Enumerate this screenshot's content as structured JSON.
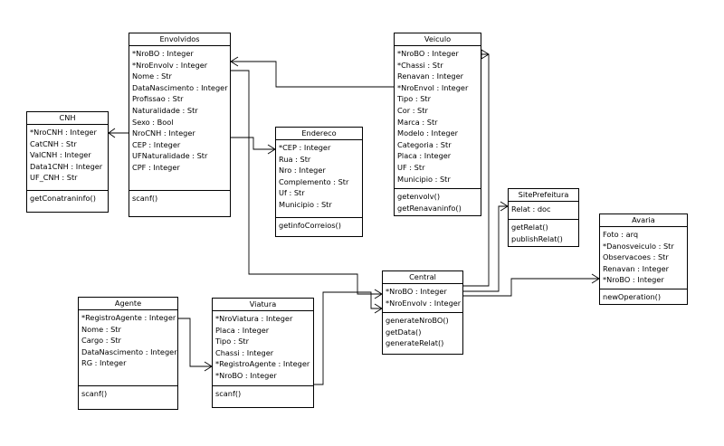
{
  "classes": {
    "envolvidos": {
      "name": "Envolvidos",
      "attributes": [
        "*NroBO : Integer",
        "*NroEnvolv : Integer",
        "Nome : Str",
        "DataNascimento : Integer",
        "Profissao : Str",
        "Naturalidade : Str",
        "Sexo : Bool",
        "NroCNH : Integer",
        "CEP : Integer",
        "UFNaturalidade : Str",
        "CPF : Integer"
      ],
      "operations": [
        "scanf()"
      ]
    },
    "veiculo": {
      "name": "Veiculo",
      "attributes": [
        "*NroBO : Integer",
        "*Chassi : Str",
        "Renavan : Integer",
        "*NroEnvol : Integer",
        "Tipo : Str",
        "Cor : Str",
        "Marca : Str",
        "Modelo : Integer",
        "Categoria : Str",
        "Placa : Integer",
        "UF : Str",
        "Municipio : Str"
      ],
      "operations": [
        "getenvolv()",
        "getRenavaninfo()"
      ]
    },
    "cnh": {
      "name": "CNH",
      "attributes": [
        "*NroCNH : Integer",
        "CatCNH : Str",
        "ValCNH : Integer",
        "Data1CNH : Integer",
        "UF_CNH : Str"
      ],
      "operations": [
        "getConatraninfo()"
      ]
    },
    "endereco": {
      "name": "Endereco",
      "attributes": [
        "*CEP : Integer",
        "Rua : Str",
        "Nro : Integer",
        "Complemento : Str",
        "Uf : Str",
        "Municipio : Str"
      ],
      "operations": [
        "getinfoCorreios()"
      ]
    },
    "siteprefeitura": {
      "name": "SitePrefeitura",
      "attributes": [
        "Relat : doc"
      ],
      "operations": [
        "getRelat()",
        "publishRelat()"
      ]
    },
    "avaria": {
      "name": "Avaria",
      "attributes": [
        "Foto : arq",
        "*Danosveiculo : Str",
        "Observacoes : Str",
        "Renavan : Integer",
        "*NroBO : Integer"
      ],
      "operations": [
        "newOperation()"
      ]
    },
    "central": {
      "name": "Central",
      "attributes": [
        "*NroBO : Integer",
        "*NroEnvolv : Integer"
      ],
      "operations": [
        "generateNroBO()",
        "getData()",
        "generateRelat()"
      ]
    },
    "agente": {
      "name": "Agente",
      "attributes": [
        "*RegistroAgente : Integer",
        "Nome : Str",
        "Cargo : Str",
        "DataNascimento : Integer",
        "RG : Integer"
      ],
      "operations": [
        "scanf()"
      ]
    },
    "viatura": {
      "name": "Viatura",
      "attributes": [
        "*NroViatura : Integer",
        "Placa : Integer",
        "Tipo : Str",
        "Chassi : Integer",
        "*RegistroAgente : Integer",
        "*NroBO : Integer"
      ],
      "operations": [
        "scanf()"
      ]
    }
  }
}
